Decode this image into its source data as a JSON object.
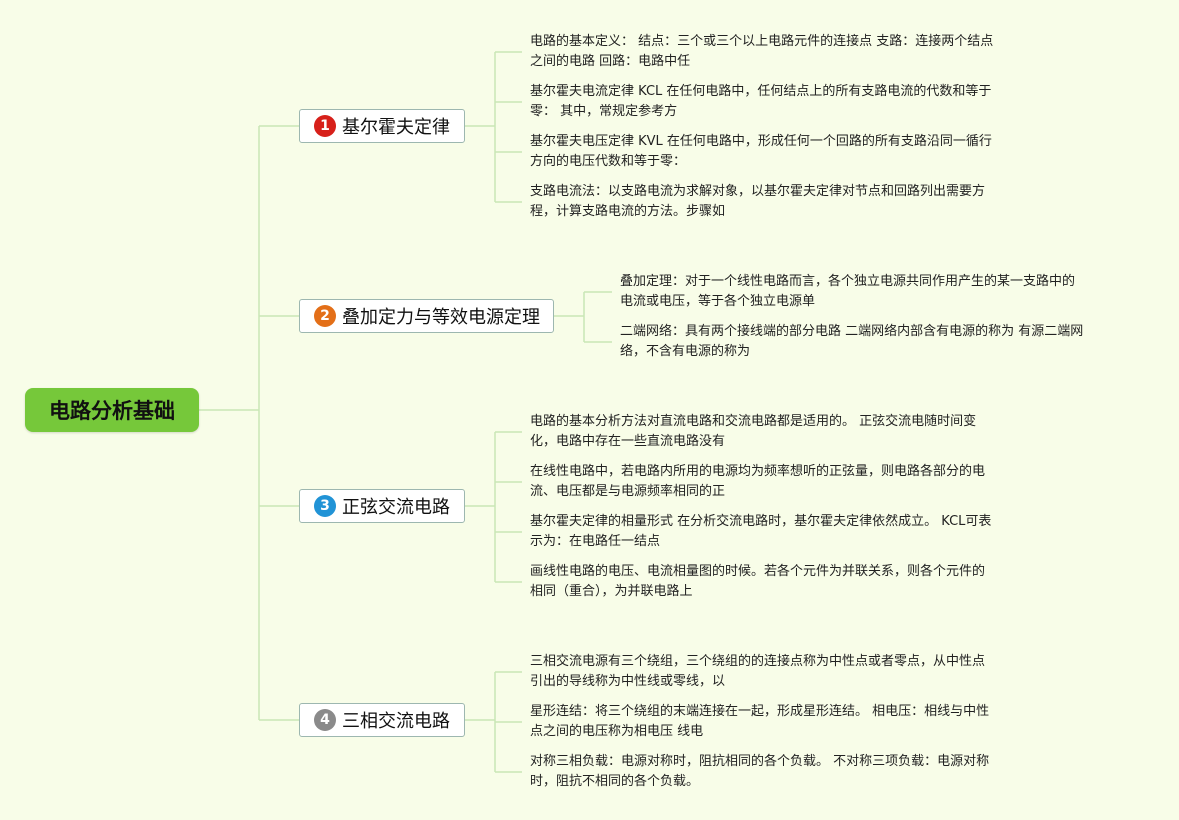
{
  "root": {
    "label": "电路分析基础",
    "color": "#76c83a"
  },
  "line_color": "#c9e7b6",
  "branches": [
    {
      "number": "1",
      "label": "基尔霍夫定律",
      "badge_color": "#d7201a",
      "leaves": [
        [
          "电路的基本定义： 结点：三个或三个以上电路元件的连接点 支路：连接两个结点",
          "之间的电路 回路：电路中任"
        ],
        [
          "基尔霍夫电流定律 KCL 在任何电路中，任何结点上的所有支路电流的代数和等于",
          "零： 其中，常规定参考方"
        ],
        [
          "基尔霍夫电压定律 KVL 在任何电路中，形成任何一个回路的所有支路沿同一循行",
          "方向的电压代数和等于零："
        ],
        [
          "支路电流法：以支路电流为求解对象，以基尔霍夫定律对节点和回路列出需要方",
          "程，计算支路电流的方法。步骤如"
        ]
      ]
    },
    {
      "number": "2",
      "label": "叠加定力与等效电源定理",
      "badge_color": "#e36f18",
      "leaves": [
        [
          "叠加定理：对于一个线性电路而言，各个独立电源共同作用产生的某一支路中的",
          "电流或电压，等于各个独立电源单"
        ],
        [
          "二端网络：具有两个接线端的部分电路 二端网络内部含有电源的称为 有源二端网",
          "络，不含有电源的称为"
        ]
      ]
    },
    {
      "number": "3",
      "label": "正弦交流电路",
      "badge_color": "#2193d6",
      "leaves": [
        [
          "电路的基本分析方法对直流电路和交流电路都是适用的。 正弦交流电随时间变",
          "化，电路中存在一些直流电路没有"
        ],
        [
          "在线性电路中，若电路内所用的电源均为频率想听的正弦量，则电路各部分的电",
          "流、电压都是与电源频率相同的正"
        ],
        [
          "基尔霍夫定律的相量形式 在分析交流电路时，基尔霍夫定律依然成立。 KCL可表",
          "示为：在电路任一结点"
        ],
        [
          "画线性电路的电压、电流相量图的时候。若各个元件为并联关系，则各个元件的",
          "相同（重合），为并联电路上"
        ]
      ]
    },
    {
      "number": "4",
      "label": "三相交流电路",
      "badge_color": "#8a8a8a",
      "leaves": [
        [
          "三相交流电源有三个绕组，三个绕组的的连接点称为中性点或者零点，从中性点",
          "引出的导线称为中性线或零线，以"
        ],
        [
          "星形连结：将三个绕组的末端连接在一起，形成星形连结。 相电压：相线与中性",
          "点之间的电压称为相电压 线电"
        ],
        [
          "对称三相负载：电源对称时，阻抗相同的各个负载。 不对称三项负载：电源对称",
          "时，阻抗不相同的各个负载。"
        ]
      ]
    }
  ]
}
